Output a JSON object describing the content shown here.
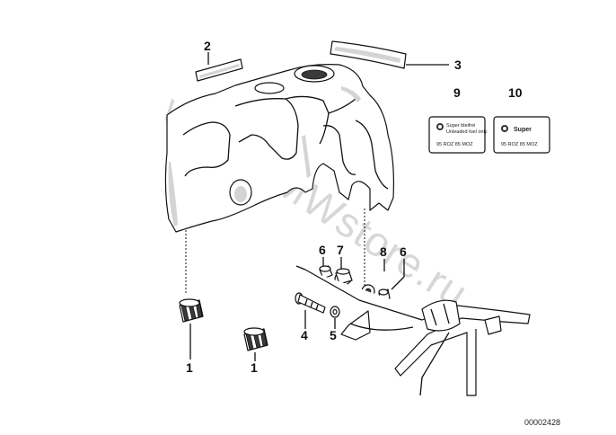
{
  "callouts": {
    "c1a": "1",
    "c1b": "1",
    "c2": "2",
    "c3": "3",
    "c4": "4",
    "c5": "5",
    "c6a": "6",
    "c6b": "6",
    "c7": "7",
    "c8": "8",
    "c9": "9",
    "c10": "10"
  },
  "label9": {
    "line1": "Super bleifrei",
    "line2": "Unleaded fuel only",
    "code": "95 ROZ 85 MOZ"
  },
  "label10": {
    "line1": "Super",
    "code": "95 ROZ 85 MOZ"
  },
  "diagram_number": "00002428",
  "watermark": "www.BMWstore.ru"
}
